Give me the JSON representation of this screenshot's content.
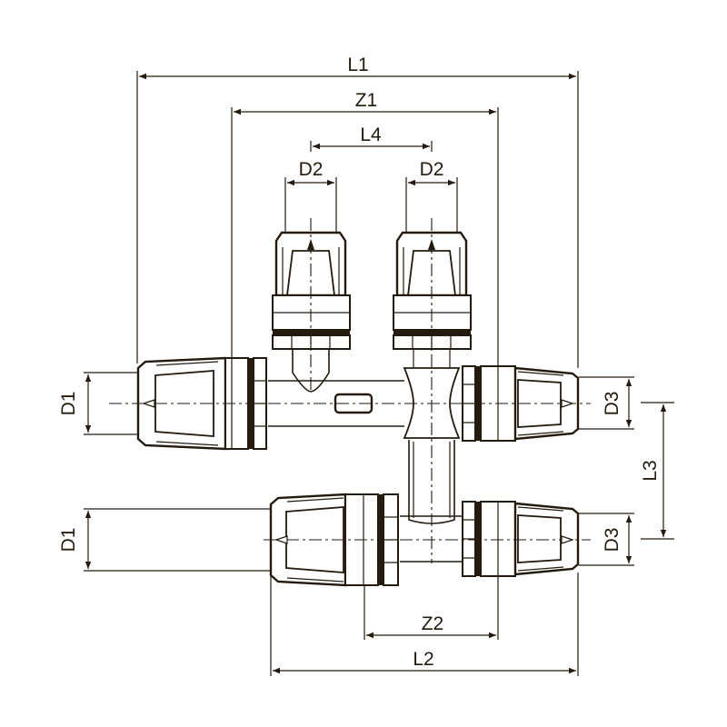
{
  "drawing": {
    "title": "Manifold fitting dimension drawing",
    "colors": {
      "stroke": "#241a0e",
      "background": "#ffffff"
    },
    "dimensions": {
      "L1": "L1",
      "Z1": "Z1",
      "L4": "L4",
      "D2_left": "D2",
      "D2_right": "D2",
      "D1_top": "D1",
      "D1_bottom": "D1",
      "D3_top": "D3",
      "D3_bottom": "D3",
      "L3": "L3",
      "Z2": "Z2",
      "L2": "L2"
    }
  }
}
